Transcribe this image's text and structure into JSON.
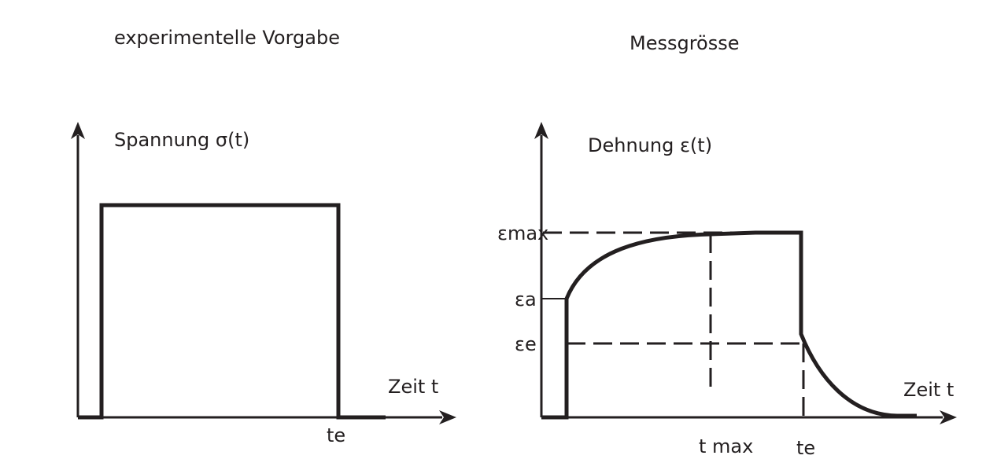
{
  "left_panel": {
    "heading": "experimentelle Vorgabe",
    "y_axis_label": "Spannung σ(t)",
    "x_axis_label": "Zeit t",
    "te_label": "te"
  },
  "right_panel": {
    "heading": "Messgrösse",
    "y_axis_label": "Dehnung ε(t)",
    "x_axis_label": "Zeit t",
    "eps_max_label": "εmax",
    "eps_a_label": "εa",
    "eps_e_label": "εe",
    "t_max_label": "t max",
    "te_label": "te"
  },
  "colors": {
    "ink": "#231f20",
    "background": "#ffffff"
  }
}
